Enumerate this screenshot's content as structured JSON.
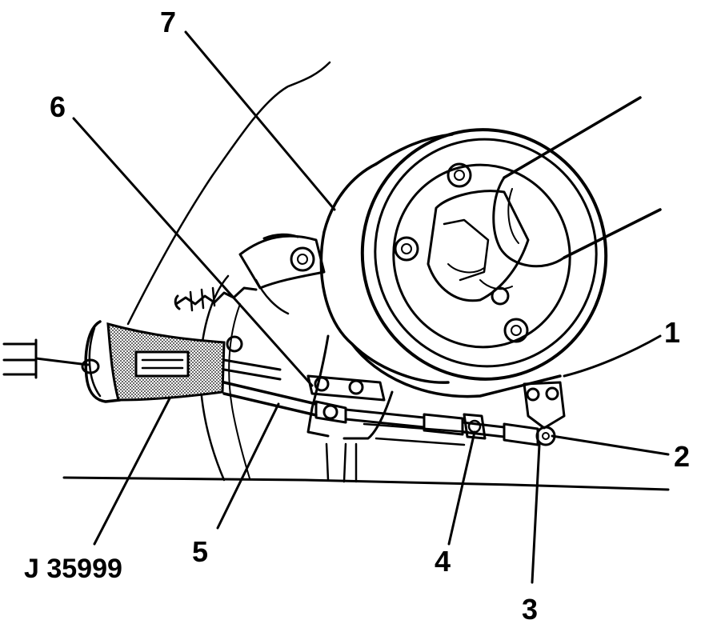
{
  "callouts": {
    "c1": "1",
    "c2": "2",
    "c3": "3",
    "c4": "4",
    "c5": "5",
    "c6": "6",
    "c7": "7"
  },
  "tool_label": "J 35999",
  "colors": {
    "ink": "#000000",
    "paper": "#ffffff",
    "tool_shading": "#b8b8b8"
  }
}
